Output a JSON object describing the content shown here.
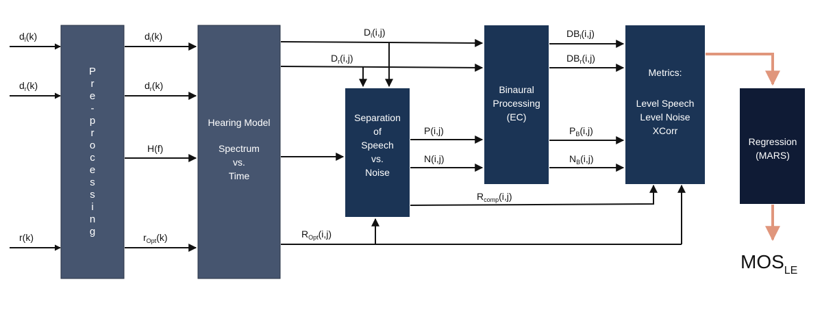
{
  "colors": {
    "preprocessing": "#46556f",
    "hearing_model": "#46556f",
    "dark_block": "#1b3455",
    "regression": "#0f1b35",
    "orange_arrow": "#e0967c",
    "line": "#111111"
  },
  "blocks": {
    "preprocessing": {
      "chars": [
        "P",
        "r",
        "e",
        "-",
        "p",
        "r",
        "o",
        "c",
        "e",
        "s",
        "s",
        "i",
        "n",
        "g"
      ]
    },
    "hearing_model": {
      "title": "Hearing Model",
      "line1": "Spectrum",
      "line2": "vs.",
      "line3": "Time"
    },
    "separation": {
      "line1": "Separation",
      "line2": "of",
      "line3": "Speech",
      "line4": "vs.",
      "line5": "Noise"
    },
    "binaural": {
      "line1": "Binaural",
      "line2": "Processing",
      "line3": "(EC)"
    },
    "metrics": {
      "line1": "Metrics:",
      "line2": "Level Speech",
      "line3": "Level Noise",
      "line4": "XCorr"
    },
    "regression": {
      "line1": "Regression",
      "line2": "(MARS)"
    }
  },
  "inputs": {
    "dl": {
      "main": "d",
      "sub": "l",
      "tail": "(k)"
    },
    "dr": {
      "main": "d",
      "sub": "r",
      "tail": "(k)"
    },
    "r": {
      "text": "r(k)"
    }
  },
  "signals": {
    "dl_out": {
      "main": "d",
      "sub": "l",
      "tail": "(k)"
    },
    "dr_out": {
      "main": "d",
      "sub": "r",
      "tail": "(k)"
    },
    "hf": {
      "text": "H(f)"
    },
    "ropt_k": {
      "main": "r",
      "sub": "Opt",
      "tail": "(k)"
    },
    "Dl": {
      "main": "D",
      "sub": "l",
      "tail": "(i,j)"
    },
    "Dr": {
      "main": "D",
      "sub": "r",
      "tail": "(i,j)"
    },
    "Pij": {
      "text": "P(i,j)"
    },
    "Nij": {
      "text": "N(i,j)"
    },
    "Ropt": {
      "main": "R",
      "sub": "Opt",
      "tail": "(i,j)"
    },
    "Rcomp": {
      "main": "R",
      "sub": "comp",
      "tail": "(i,j)"
    },
    "DBl": {
      "main": "DB",
      "sub": "l",
      "tail": "(i,j)"
    },
    "DBr": {
      "main": "DB",
      "sub": "r",
      "tail": "(i,j)"
    },
    "PB": {
      "main": "P",
      "sub": "B",
      "tail": "(i,j)"
    },
    "NB": {
      "main": "N",
      "sub": "B",
      "tail": "(i,j)"
    }
  },
  "output": {
    "main": "MOS",
    "sub": "LE"
  }
}
